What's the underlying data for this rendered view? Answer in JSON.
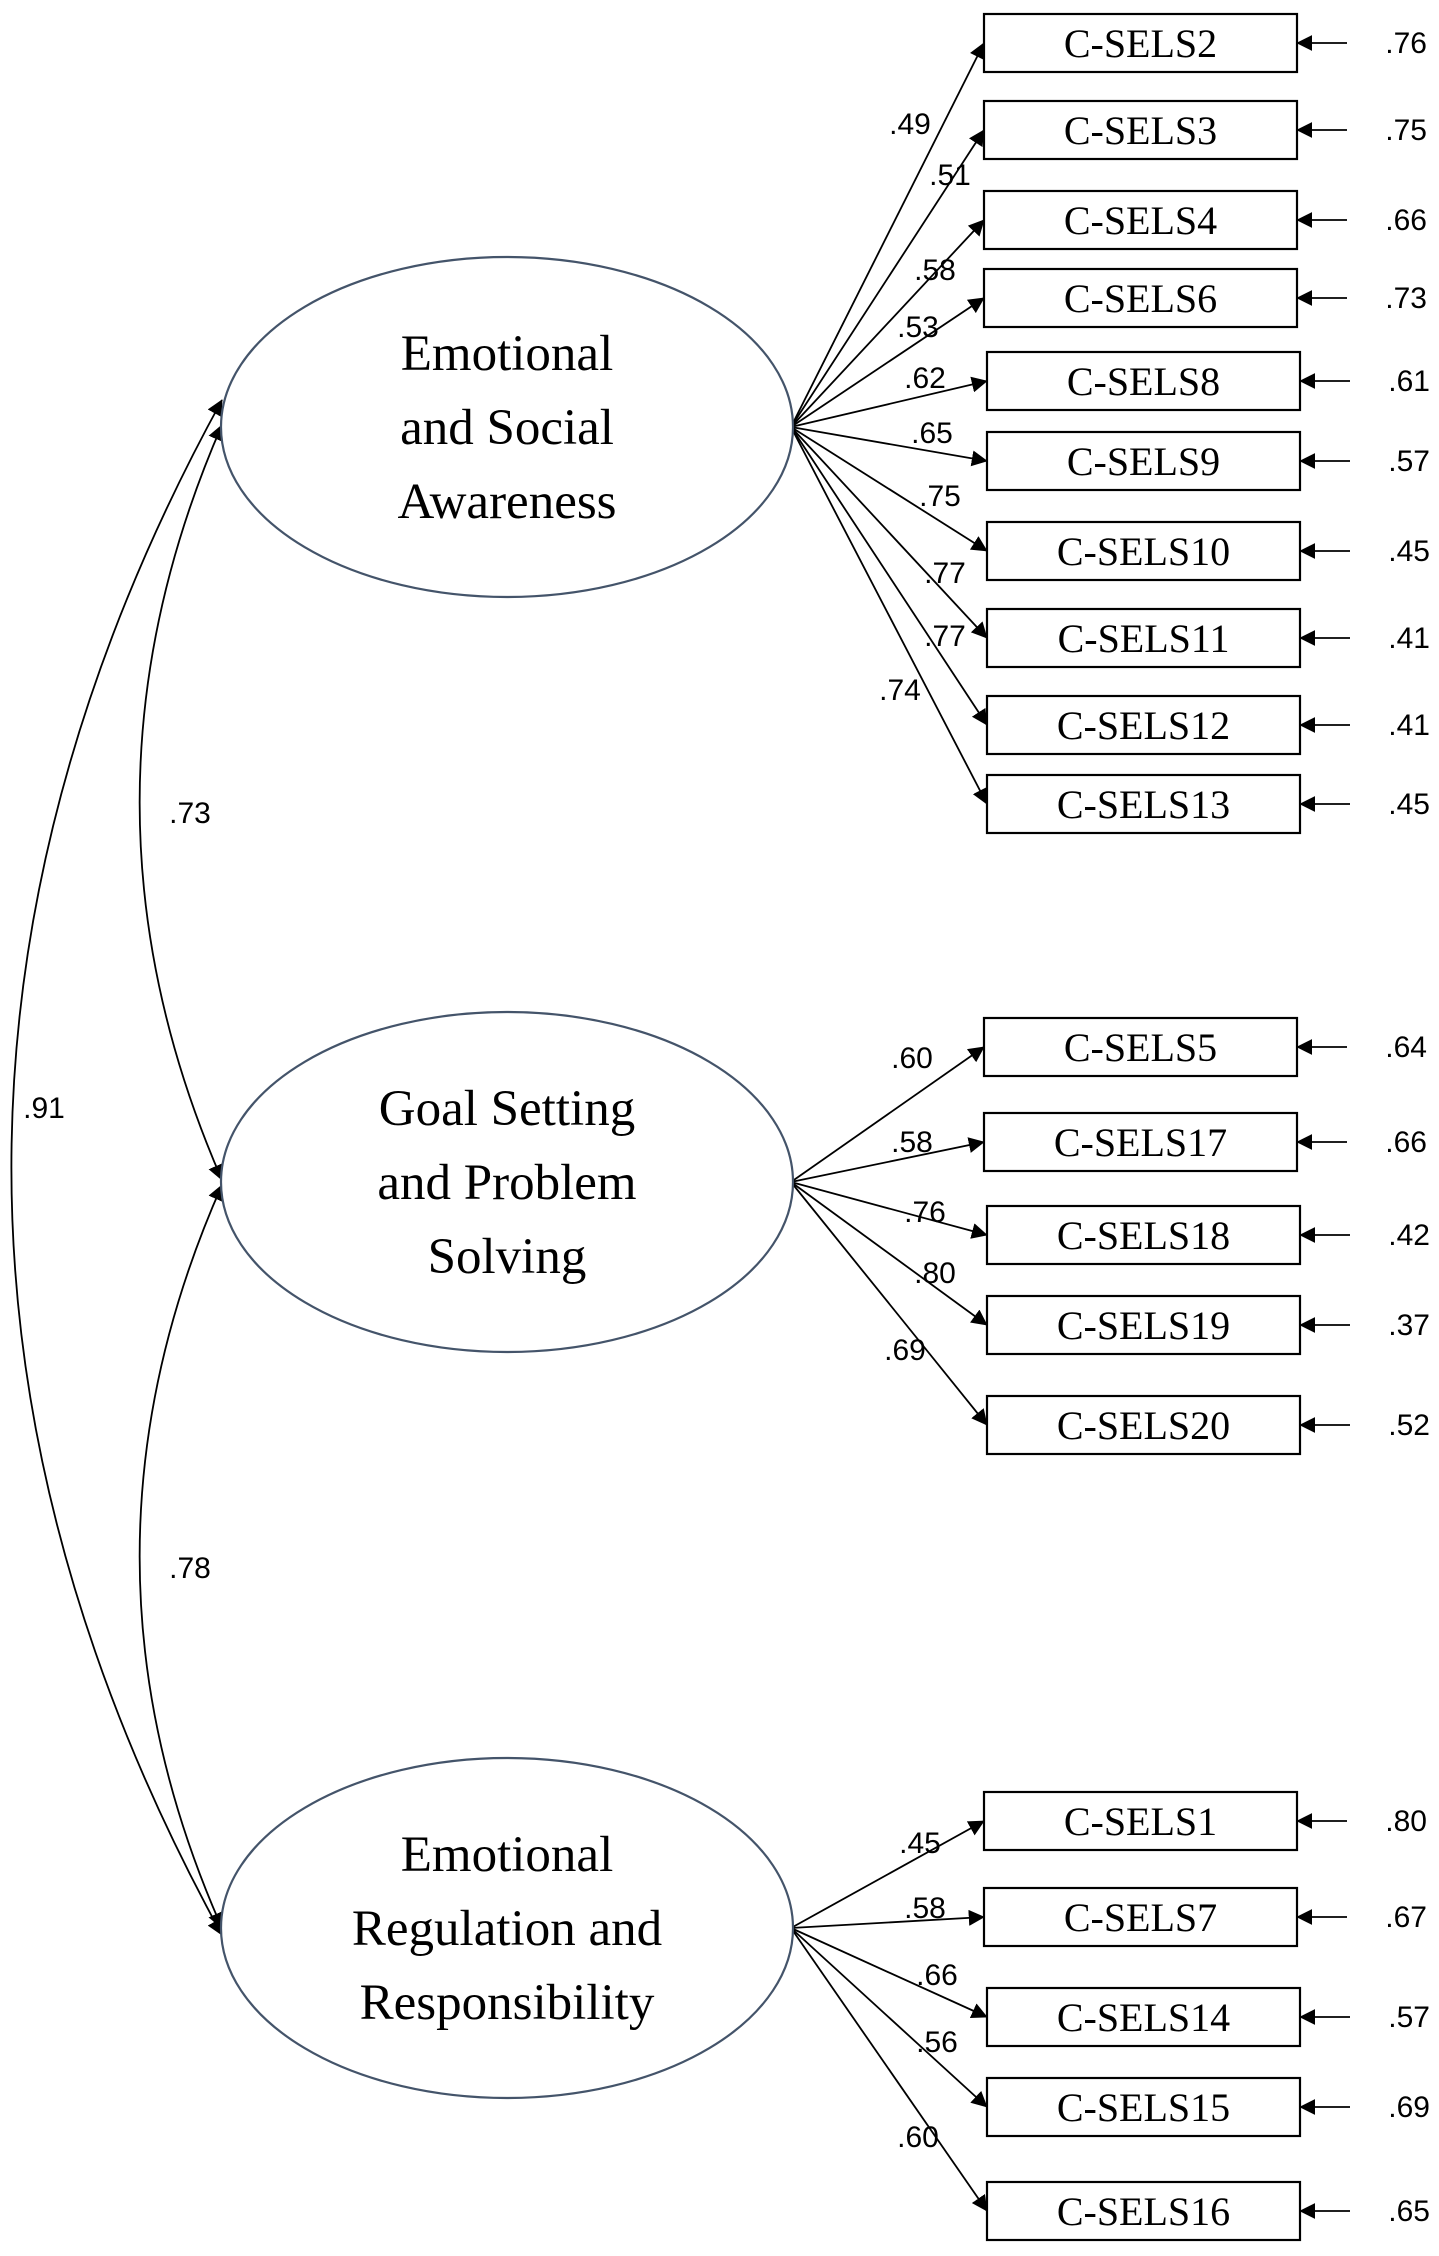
{
  "factors": [
    {
      "id": "esa",
      "lines": [
        "Emotional",
        "and Social",
        "Awareness"
      ],
      "indicators": [
        {
          "label": "C-SELS2",
          "loading": ".49",
          "error": ".76"
        },
        {
          "label": "C-SELS3",
          "loading": ".51",
          "error": ".75"
        },
        {
          "label": "C-SELS4",
          "loading": ".58",
          "error": ".66"
        },
        {
          "label": "C-SELS6",
          "loading": ".53",
          "error": ".73"
        },
        {
          "label": "C-SELS8",
          "loading": ".62",
          "error": ".61"
        },
        {
          "label": "C-SELS9",
          "loading": ".65",
          "error": ".57"
        },
        {
          "label": "C-SELS10",
          "loading": ".75",
          "error": ".45"
        },
        {
          "label": "C-SELS11",
          "loading": ".77",
          "error": ".41"
        },
        {
          "label": "C-SELS12",
          "loading": ".77",
          "error": ".41"
        },
        {
          "label": "C-SELS13",
          "loading": ".74",
          "error": ".45"
        }
      ]
    },
    {
      "id": "gsps",
      "lines": [
        "Goal Setting",
        "and Problem",
        "Solving"
      ],
      "indicators": [
        {
          "label": "C-SELS5",
          "loading": ".60",
          "error": ".64"
        },
        {
          "label": "C-SELS17",
          "loading": ".58",
          "error": ".66"
        },
        {
          "label": "C-SELS18",
          "loading": ".76",
          "error": ".42"
        },
        {
          "label": "C-SELS19",
          "loading": ".80",
          "error": ".37"
        },
        {
          "label": "C-SELS20",
          "loading": ".69",
          "error": ".52"
        }
      ]
    },
    {
      "id": "errs",
      "lines": [
        "Emotional",
        "Regulation and",
        "Responsibility"
      ],
      "indicators": [
        {
          "label": "C-SELS1",
          "loading": ".45",
          "error": ".80"
        },
        {
          "label": "C-SELS7",
          "loading": ".58",
          "error": ".67"
        },
        {
          "label": "C-SELS14",
          "loading": ".66",
          "error": ".57"
        },
        {
          "label": "C-SELS15",
          "loading": ".56",
          "error": ".69"
        },
        {
          "label": "C-SELS16",
          "loading": ".60",
          "error": ".65"
        }
      ]
    }
  ],
  "correlations": [
    {
      "from": "esa",
      "to": "gsps",
      "value": ".73"
    },
    {
      "from": "gsps",
      "to": "errs",
      "value": ".78"
    },
    {
      "from": "esa",
      "to": "errs",
      "value": ".91"
    }
  ]
}
